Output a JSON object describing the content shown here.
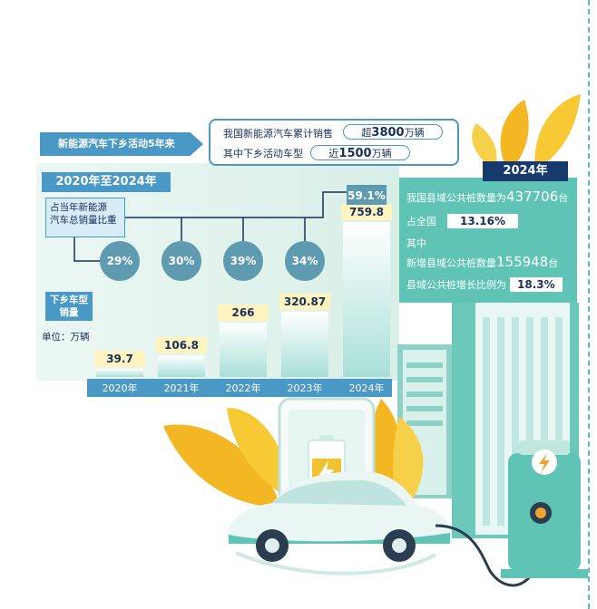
{
  "header": {
    "banner": "新能源汽车下乡活动5年来",
    "line1_label": "我国新能源汽车累计销售",
    "line1_prefix": "超",
    "line1_value": "3800",
    "line1_unit": "万辆",
    "line2_label": "其中下乡活动车型",
    "line2_prefix": "近",
    "line2_value": "1500",
    "line2_unit": "万辆"
  },
  "chart_labels": {
    "period": "2020年至2024年",
    "share_line1": "占当年新能源",
    "share_line2": "汽车总销量比重",
    "sales_line1": "下乡车型",
    "sales_line2": "销量",
    "unit": "单位：万辆"
  },
  "chart_data": {
    "type": "bar",
    "categories": [
      "2020年",
      "2021年",
      "2022年",
      "2023年",
      "2024年"
    ],
    "series": [
      {
        "values": [
          39.7,
          106.8,
          266,
          320.87,
          759.8
        ]
      },
      {
        "values": [
          "29%",
          "30%",
          "39%",
          "34%",
          "59.1%"
        ]
      }
    ],
    "ylim": [
      0,
      800
    ],
    "grid": false
  },
  "panel": {
    "year": "2024年",
    "line1_label": "我国县域公共桩数量为",
    "line1_value": "437706",
    "line1_unit": "台",
    "line2_label": "占全国",
    "line2_value": "13.16%",
    "line3_label": "其中",
    "line4_label": "新增县域公共桩数量",
    "line4_value": "155948",
    "line4_unit": "台",
    "line5_label": "县域公共桩增长比例为",
    "line5_value": "18.3%"
  },
  "colors": {
    "accent_blue": "#4a98c6",
    "navy": "#163a6b",
    "teal": "#5fc4b6",
    "circle": "#5f9bb0",
    "leaf_yellow": "#f2b722",
    "badge_yellow": "#fff4c0"
  },
  "icons": [
    "lightning-icon",
    "battery-icon"
  ]
}
